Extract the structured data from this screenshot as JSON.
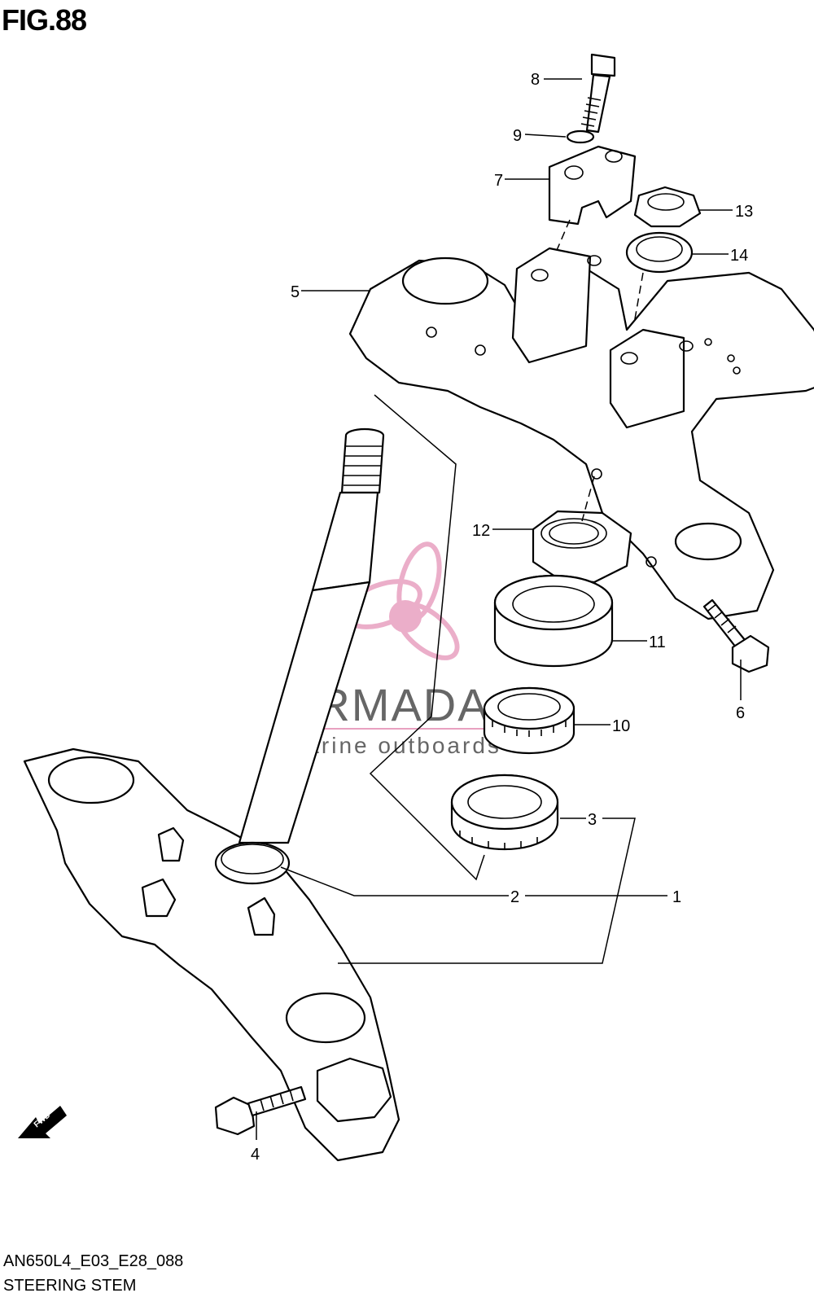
{
  "figure": {
    "title": "FIG.88"
  },
  "callouts": [
    {
      "number": "1"
    },
    {
      "number": "2"
    },
    {
      "number": "3"
    },
    {
      "number": "4"
    },
    {
      "number": "5"
    },
    {
      "number": "6"
    },
    {
      "number": "7"
    },
    {
      "number": "8"
    },
    {
      "number": "9"
    },
    {
      "number": "10"
    },
    {
      "number": "11"
    },
    {
      "number": "12"
    },
    {
      "number": "13"
    },
    {
      "number": "14"
    }
  ],
  "direction_marker": {
    "label": "FWD"
  },
  "watermark": {
    "brand": "ARMADA",
    "tagline": "marine outboards",
    "color": "#e8a0c0"
  },
  "footer": {
    "code": "AN650L4_E03_E28_088",
    "caption": "STEERING STEM"
  }
}
